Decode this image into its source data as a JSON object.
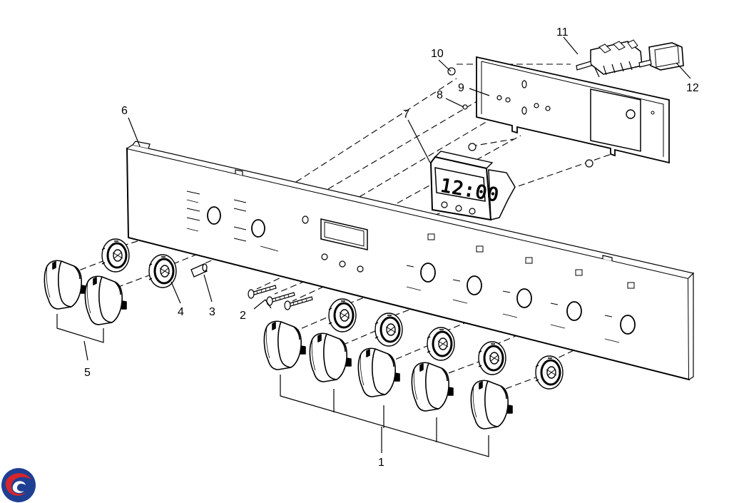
{
  "callouts": {
    "c1": "1",
    "c2": "2",
    "c3": "3",
    "c4": "4",
    "c5": "5",
    "c6": "6",
    "c7": "7",
    "c8": "8",
    "c9": "9",
    "c10": "10",
    "c11": "11",
    "c12": "12"
  },
  "timer_display": "12:00",
  "brand_logo": {
    "icon": "brand-swirl-icon",
    "colors": [
      "#1f3f93",
      "#d7262b"
    ]
  }
}
